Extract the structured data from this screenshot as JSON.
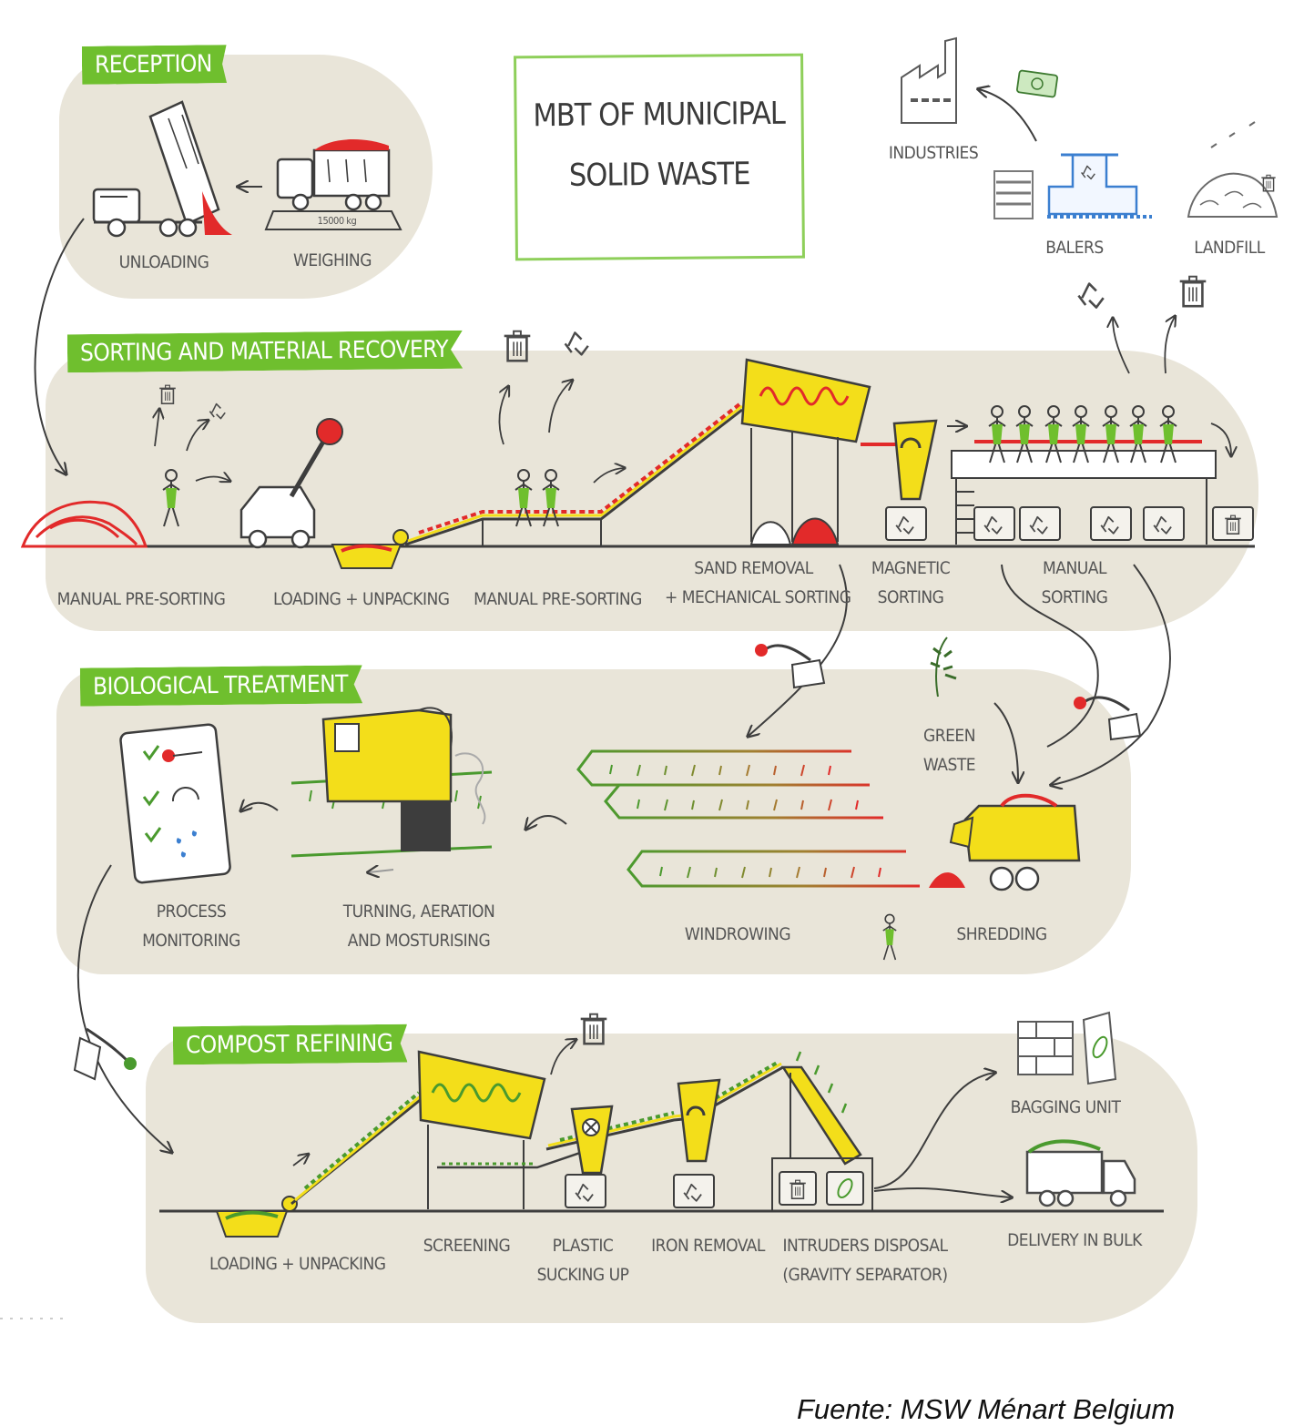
{
  "title_lines": [
    "MBT OF MUNICIPAL",
    "SOLID WASTE"
  ],
  "source": "Fuente: MSW Ménart Belgium",
  "colors": {
    "panel": "#e9e5d9",
    "banner": "#6fbf2e",
    "machine_yellow": "#f3de1a",
    "waste_red": "#e22a2a",
    "compost_green": "#4a9a2e",
    "line": "#3d3d3d",
    "label": "#555555",
    "baler_blue": "#3b7fd0"
  },
  "sections": {
    "reception": {
      "title": "RECEPTION",
      "steps": [
        "UNLOADING",
        "WEIGHING"
      ],
      "scale_reading": "15000 kg"
    },
    "sorting": {
      "title": "SORTING AND MATERIAL RECOVERY",
      "steps": [
        "MANUAL PRE-SORTING",
        "LOADING + UNPACKING",
        "MANUAL PRE-SORTING"
      ],
      "sand_removal": [
        "SAND REMOVAL",
        "+ MECHANICAL SORTING"
      ],
      "magnetic": [
        "MAGNETIC",
        "SORTING"
      ],
      "manual": [
        "MANUAL",
        "SORTING"
      ]
    },
    "outputs": {
      "industries": "INDUSTRIES",
      "balers": "BALERS",
      "landfill": "LANDFILL"
    },
    "biological": {
      "title": "BIOLOGICAL TREATMENT",
      "process": [
        "PROCESS",
        "MONITORING"
      ],
      "turning": [
        "TURNING, AERATION",
        "AND MOSTURISING"
      ],
      "windrowing": "WINDROWING",
      "green_waste": [
        "GREEN",
        "WASTE"
      ],
      "shredding": "SHREDDING"
    },
    "compost": {
      "title": "COMPOST REFINING",
      "loading": "LOADING + UNPACKING",
      "screening": "SCREENING",
      "plastic": [
        "PLASTIC",
        "SUCKING UP"
      ],
      "iron": "IRON REMOVAL",
      "intruders": [
        "INTRUDERS DISPOSAL",
        "(GRAVITY SEPARATOR)"
      ],
      "bagging": "BAGGING UNIT",
      "delivery": "DELIVERY IN BULK"
    }
  }
}
